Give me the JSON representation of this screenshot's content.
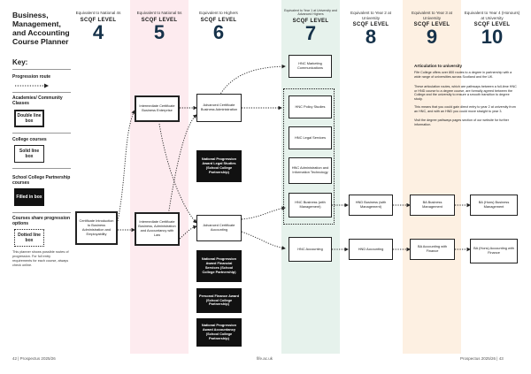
{
  "title": "Business, Management, and Accounting Course Planner",
  "columns": [
    {
      "eq": "Equivalent to National 4s",
      "level": "SCQF LEVEL",
      "num": "4",
      "color": "#ffffff"
    },
    {
      "eq": "Equivalent to National 5s",
      "level": "SCQF LEVEL",
      "num": "5",
      "color": "#fdebef"
    },
    {
      "eq": "Equivalent to Highers",
      "level": "SCQF LEVEL",
      "num": "6",
      "color": "#ffffff"
    },
    {
      "eq": "Equivalent to Year 1 at University and Advanced Highers",
      "level": "SCQF LEVEL",
      "num": "7",
      "color": "#e6f2ec"
    },
    {
      "eq": "Equivalent to Year 2 at University",
      "level": "SCQF LEVEL",
      "num": "8",
      "color": "#ffffff"
    },
    {
      "eq": "Equivalent to Year 3 at University",
      "level": "SCQF LEVEL",
      "num": "9",
      "color": "#fdf0e2"
    },
    {
      "eq": "Equivalent to Year 4 (Honours) at University",
      "level": "SCQF LEVEL",
      "num": "10",
      "color": "#ffffff"
    }
  ],
  "key": {
    "title": "Key:",
    "progression_route": "Progression route",
    "academies": "Academies/ Community Classes",
    "academies_box": "Double line box",
    "college": "College courses",
    "college_box": "Solid line box",
    "partnership": "School College Partnership courses",
    "partnership_box": "Filled in box",
    "shared": "Courses share progression options",
    "shared_box": "Dotted line box",
    "note": "This planner shows possible routes of progression. For full entry requirements for each course, always check online."
  },
  "nodes": {
    "cert_intro": "Certificate Introduction to Business Administration and Employability",
    "int_cert_bus_ent": "Intermediate Certificate Business Enterprise",
    "int_cert_bal": "Intermediate Certificate Business, Administration and Accountancy with Law",
    "adv_cert_bus_admin": "Advanced Certificate Business Administration",
    "npa_legal": "National Progression Award Legal Studies (School College Partnership)",
    "adv_cert_acc": "Advanced Certificate Accounting",
    "npa_fin": "National Progression Award Financial Services (School College Partnership)",
    "pfa": "Personal Finance Award (School College Partnership)",
    "npa_acc": "National Progression Award Accountancy (School College Partnership)",
    "hnc_marketing": "HNC Marketing Communications",
    "hnc_police": "HNC Policy Studies",
    "hnc_legal": "HNC Legal Services",
    "hnc_admin": "HNC Administration and Information Technology",
    "hnc_business": "HNC Business (with Management)",
    "hnc_accounting": "HNC Accounting",
    "hnd_business": "HND Business (with Management)",
    "hnd_accounting": "HND Accounting",
    "ba_business": "BA Business Management",
    "ba_accounting": "BA Accounting with Finance",
    "ba_hons_business": "BA (Hons) Business Management",
    "ba_hons_accounting": "BA (Hons) Accounting with Finance"
  },
  "info": {
    "title": "Articulation to university",
    "p1": "Fife College offers over 800 routes to a degree in partnership with a wide range of universities across Scotland and the UK.",
    "p2": "These articulation routes, which are pathways between a full-time HNC or HND course to a degree course, are formally agreed between the College and the university to ensure a smooth transition to degree study.",
    "p3": "This means that you could gain direct entry to year 2 at university from an HNC, and with an HND you could move straight to year 3.",
    "p4": "Visit the degree pathways pages section of our website for further information."
  },
  "footer": {
    "left": "42 | Prospectus 2025/26",
    "center": "fife.ac.uk",
    "right": "Prospectus 2025/26 | 43"
  }
}
